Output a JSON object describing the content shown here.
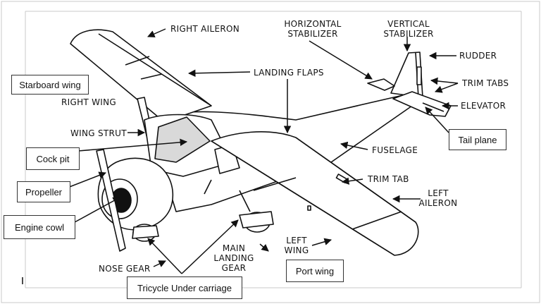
{
  "labels": {
    "right_aileron": "RIGHT AILERON",
    "horizontal_stabilizer": [
      "HORIZONTAL",
      "STABILIZER"
    ],
    "vertical_stabilizer": [
      "VERTICAL",
      "STABILIZER"
    ],
    "rudder": "RUDDER",
    "trim_tabs": "TRIM TABS",
    "elevator": "ELEVATOR",
    "landing_flaps": "LANDING FLAPS",
    "right_wing": "RIGHT WING",
    "wing_strut": "WING STRUT",
    "fuselage": "FUSELAGE",
    "trim_tab": "TRIM TAB",
    "left_aileron": [
      "LEFT",
      "AILERON"
    ],
    "left_wing": [
      "LEFT",
      "WING"
    ],
    "main_landing_gear": [
      "MAIN",
      "LANDING",
      "GEAR"
    ],
    "nose_gear": "NOSE GEAR"
  },
  "boxes": {
    "starboard_wing": "Starboard wing",
    "cock_pit": "Cock pit",
    "propeller": "Propeller",
    "engine_cowl": "Engine cowl",
    "tail_plane": "Tail plane",
    "port_wing": "Port wing",
    "tricycle_under_carriage": "Tricycle Under carriage"
  },
  "colors": {
    "cockpit_glass": "#d9d9d9",
    "line": "#111111",
    "box_border": "#333333"
  }
}
